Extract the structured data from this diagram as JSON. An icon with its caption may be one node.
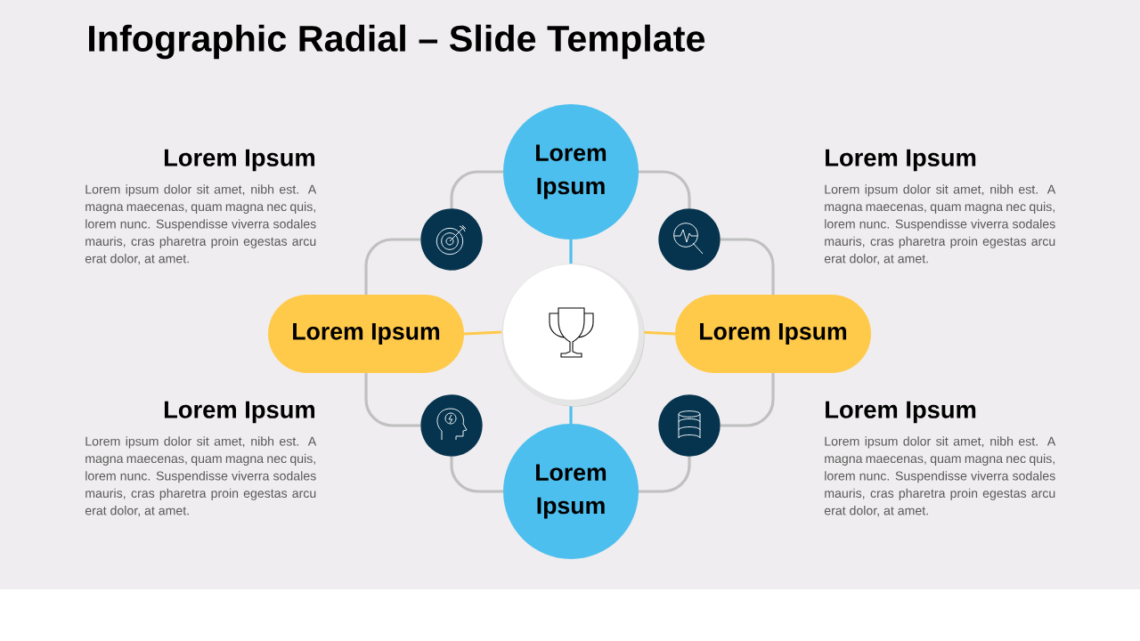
{
  "diagram": {
    "title": "Infographic Radial – Slide Template",
    "nodes": [
      {
        "text": [],
        "shape": "circle"
      },
      {
        "text": [
          "Lorem Ipsum"
        ]
      },
      {
        "text": [
          "Lorem Ipsum"
        ]
      },
      {
        "text": [
          "Lorem Ipsum"
        ]
      },
      {
        "text": [
          "Lorem Ipsum"
        ]
      },
      {
        "text": [],
        "shape": "circle"
      },
      {
        "text": [],
        "shape": "circle"
      },
      {
        "text": [],
        "shape": "circle"
      },
      {
        "text": [],
        "shape": "circle"
      }
    ],
    "edges": [
      {
        "from": 0,
        "to": 1,
        "arrow": "none",
        "color": "#4dbfee"
      },
      {
        "from": 0,
        "to": 2,
        "arrow": "none",
        "color": "#ffc94a"
      },
      {
        "from": 0,
        "to": 3,
        "arrow": "none",
        "color": "#ffc94a"
      },
      {
        "from": 0,
        "to": 4,
        "arrow": "none",
        "color": "#4dbfee"
      },
      {
        "from": 1,
        "to": 5,
        "arrow": "none"
      },
      {
        "from": 5,
        "to": 2,
        "arrow": "none"
      },
      {
        "from": 1,
        "to": 6,
        "arrow": "none"
      },
      {
        "from": 6,
        "to": 3,
        "arrow": "none"
      },
      {
        "from": 2,
        "to": 7,
        "arrow": "none"
      },
      {
        "from": 7,
        "to": 4,
        "arrow": "none"
      },
      {
        "from": 3,
        "to": 8,
        "arrow": "none"
      },
      {
        "from": 8,
        "to": 4,
        "arrow": "none"
      }
    ],
    "labels": [
      "Lorem Ipsum",
      "Lorem ipsum dolor sit amet, nibh est. A magna maecenas, quam magna nec quis, lorem nunc. Suspendisse viverra sodales mauris, cras pharetra proin egestas arcu erat dolor, at amet.",
      "Lorem Ipsum",
      "Lorem ipsum dolor sit amet, nibh est. A magna maecenas, quam magna nec quis, lorem nunc. Suspendisse viverra sodales mauris, cras pharetra proin egestas arcu erat dolor, at amet.",
      "Lorem Ipsum",
      "Lorem ipsum dolor sit amet, nibh est. A magna maecenas, quam magna nec quis, lorem nunc. Suspendisse viverra sodales mauris, cras pharetra proin egestas arcu erat dolor, at amet.",
      "Lorem Ipsum",
      "Lorem ipsum dolor sit amet, nibh est. A magna maecenas, quam magna nec quis, lorem nunc. Suspendisse viverra sodales mauris, cras pharetra proin egestas arcu erat dolor, at amet."
    ]
  }
}
